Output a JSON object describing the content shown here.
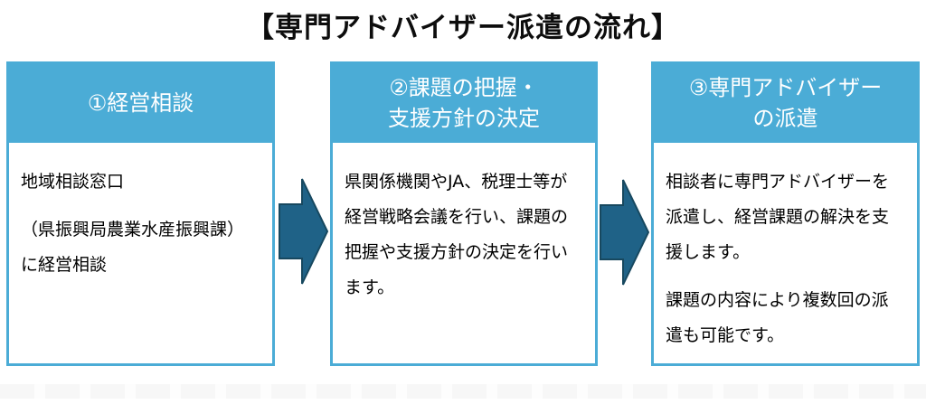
{
  "title": "【専門アドバイザー派遣の流れ】",
  "colors": {
    "box_border_and_header": "#4bacd6",
    "header_text": "#ffffff",
    "body_text": "#000000",
    "arrow_fill": "#1f6287",
    "arrow_outline": "#17485f",
    "background": "#ffffff"
  },
  "steps": [
    {
      "header_lines": [
        "①経営相談",
        ""
      ],
      "paragraphs": {
        "p1": "地域相談窓口",
        "p2": "（県振興局農業水産振興課）に経営相談"
      }
    },
    {
      "header_lines": [
        "②課題の把握・",
        "支援方針の決定"
      ],
      "paragraphs": {
        "p1": "県関係機関やJA、税理士等が経営戦略会議を行い、課題の把握や支援方針の決定を行います。",
        "p2": ""
      }
    },
    {
      "header_lines": [
        "③専門アドバイザー",
        "の派遣"
      ],
      "paragraphs": {
        "p1": "相談者に専門アドバイザーを派遣し、経営課題の解決を支援します。",
        "p2": "課題の内容により複数回の派遣も可能です。"
      }
    }
  ],
  "icons": {
    "flow_arrow": "right-block-arrow"
  }
}
